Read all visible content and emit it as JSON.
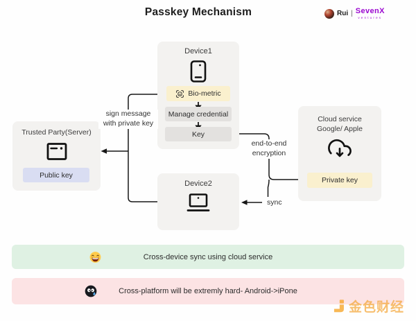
{
  "title": "Passkey Mechanism",
  "header": {
    "author": "Rui",
    "separator": "|",
    "brand": "SevenX",
    "brand_sub": "ventures"
  },
  "diagram": {
    "device1": {
      "label": "Device1",
      "steps": {
        "biometric": "Bio-metric",
        "manage_credential": "Manage credential",
        "key": "Key"
      }
    },
    "trusted_party": {
      "label": "Trusted Party(Server)",
      "public_key": "Public key"
    },
    "cloud_service": {
      "name": "Cloud service",
      "providers": "Google/ Apple",
      "private_key": "Private key"
    },
    "device2": {
      "label": "Device2"
    },
    "labels": {
      "sign_line1": "sign message",
      "sign_line2": "with private key",
      "e2e_line1": "end-to-end",
      "e2e_line2": "encryption",
      "sync": "sync"
    }
  },
  "notes": {
    "positive": "Cross-device sync using cloud service",
    "negative": "Cross-platform will be extremly hard- Android->iPone"
  },
  "watermark": "金色财经",
  "colors": {
    "box_bg": "#f3f2f0",
    "pill_gray": "#e3e1df",
    "pill_cream": "#faf0ce",
    "pill_lavender": "#d9ddf2",
    "note_green": "#dff1e3",
    "note_pink": "#fce3e4",
    "brand_purple": "#9b07d0",
    "watermark_orange": "#f5a93f",
    "line": "#161616"
  },
  "icons": {
    "avatar": "round profile photo",
    "phone": "smartphone outline",
    "biometric": "face-scan brackets",
    "server": "window with line and dot",
    "cloud_download": "cloud with down arrow",
    "laptop": "laptop outline",
    "down_arrow": "↓",
    "laughing_emoji": "yellow laughing face",
    "black_sweat_emoji": "black face with sweat drop",
    "jinse_logo": "orange J block"
  }
}
